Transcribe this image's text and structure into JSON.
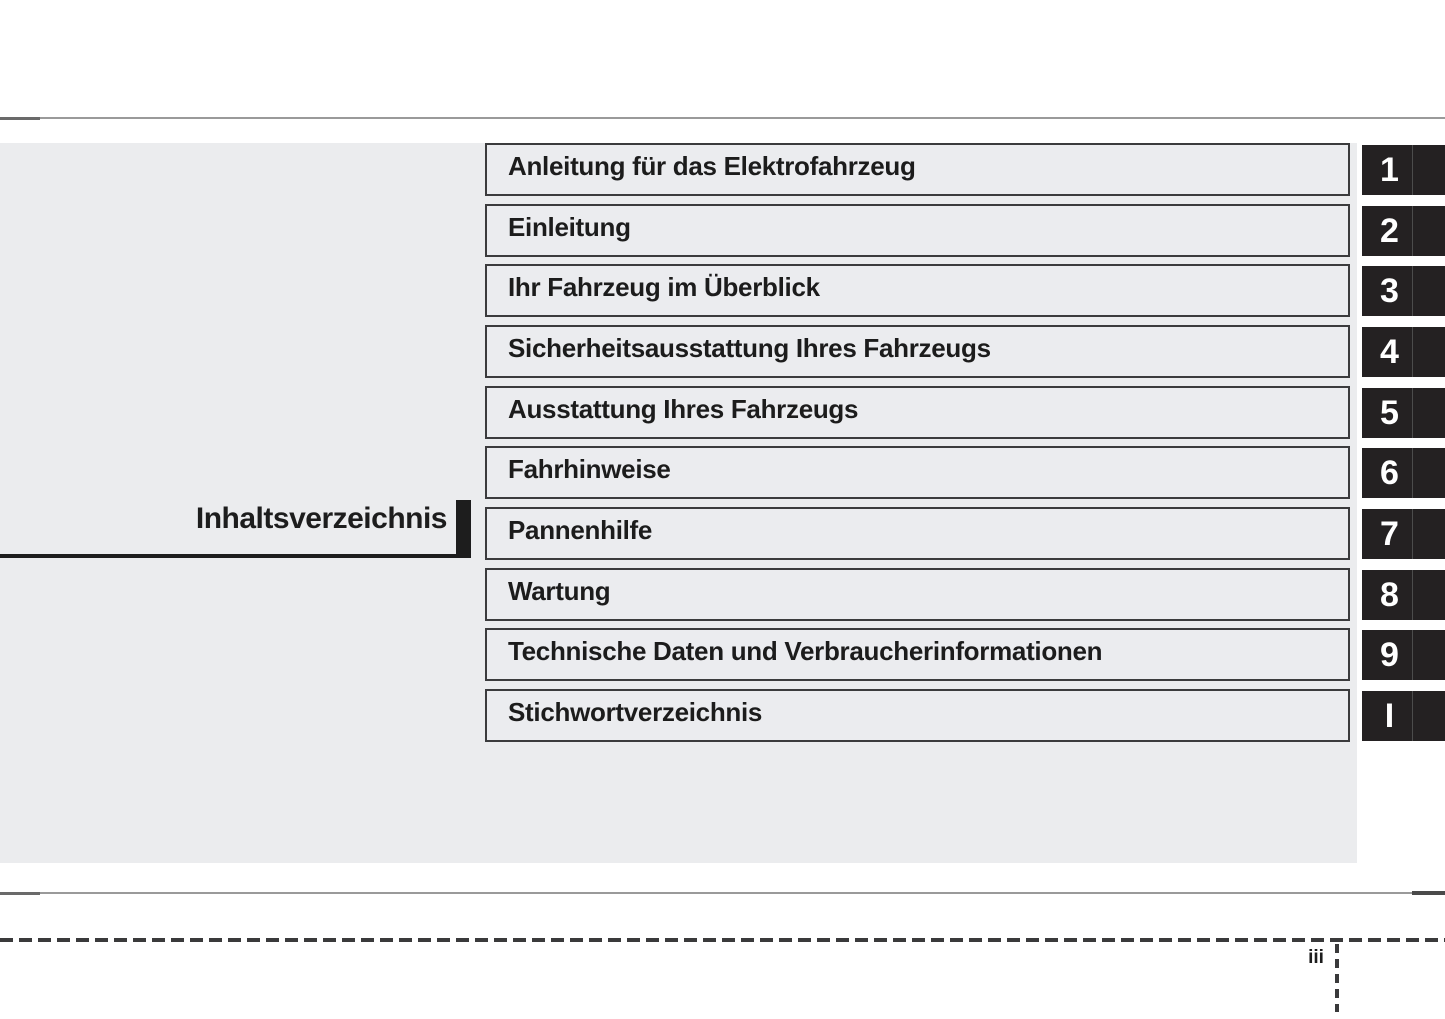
{
  "page": {
    "title": "Inhaltsverzeichnis",
    "page_number": "iii"
  },
  "chapters": [
    {
      "label": "Anleitung für das Elektrofahrzeug",
      "tab": "1"
    },
    {
      "label": "Einleitung",
      "tab": "2"
    },
    {
      "label": "Ihr Fahrzeug im Überblick",
      "tab": "3"
    },
    {
      "label": "Sicherheitsausstattung Ihres Fahrzeugs",
      "tab": "4"
    },
    {
      "label": "Ausstattung Ihres Fahrzeugs",
      "tab": "5"
    },
    {
      "label": "Fahrhinweise",
      "tab": "6"
    },
    {
      "label": "Pannenhilfe",
      "tab": "7"
    },
    {
      "label": "Wartung",
      "tab": "8"
    },
    {
      "label": "Technische Daten und Verbraucherinformationen",
      "tab": "9"
    },
    {
      "label": "Stichwortverzeichnis",
      "tab": "I"
    }
  ],
  "colors": {
    "panel_gray": "#ebecee",
    "box_border": "#3b3b3d",
    "tab_black": "#242122",
    "text_black": "#1d1d1d",
    "dash_gray": "#3a3a3b"
  }
}
